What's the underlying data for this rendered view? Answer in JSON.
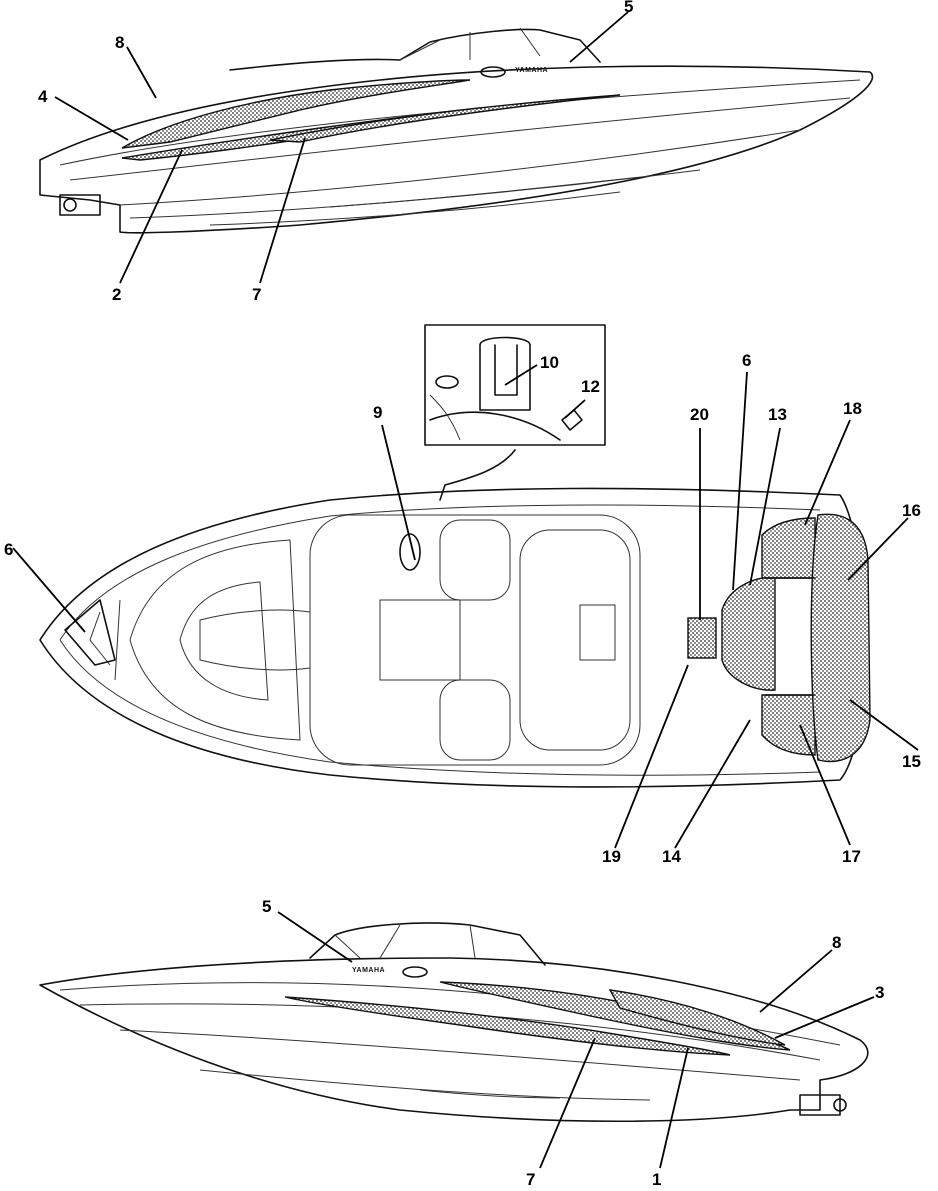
{
  "diagram": {
    "views": [
      "port-side-view",
      "top-view",
      "starboard-side-view"
    ],
    "brand_text": "YAMAHA",
    "callouts": {
      "top_side": [
        "5",
        "8",
        "4",
        "2",
        "7"
      ],
      "plan": [
        "10",
        "12",
        "6",
        "9",
        "20",
        "13",
        "18",
        "16",
        "6",
        "15",
        "17",
        "14",
        "19"
      ],
      "bottom_side": [
        "5",
        "8",
        "3",
        "7",
        "1"
      ]
    }
  }
}
